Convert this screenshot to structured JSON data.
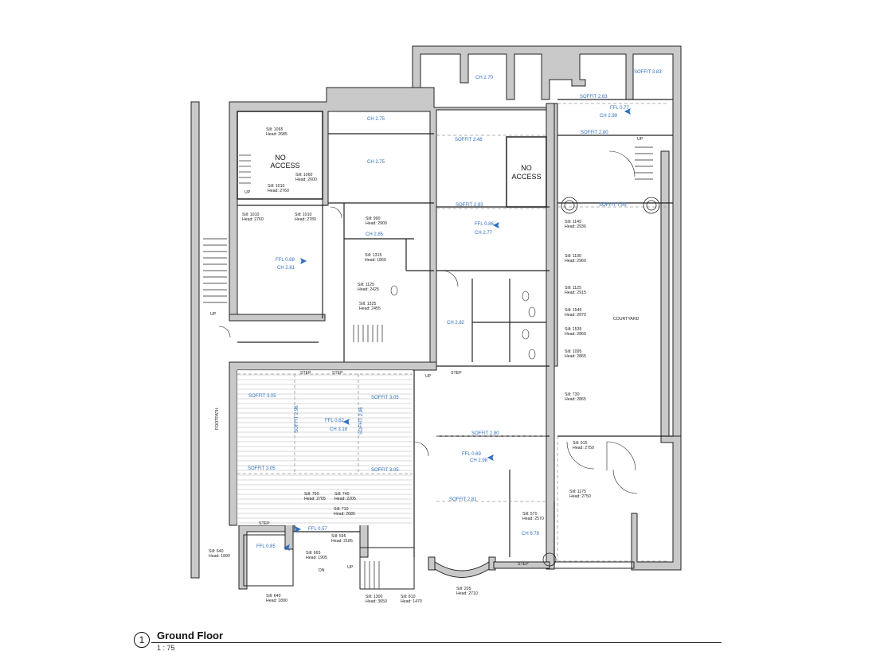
{
  "drawing": {
    "title_number": "1",
    "title": "Ground Floor",
    "scale": "1 : 75",
    "colors": {
      "wall": "#c9c9c9",
      "line": "#222222",
      "annotation": "#2f6fc0",
      "hatch": "#bdbdbd"
    }
  },
  "rooms": [
    {
      "id": "no-access-left",
      "label_line1": "NO",
      "label_line2": "ACCESS"
    },
    {
      "id": "no-access-right",
      "label_line1": "NO",
      "label_line2": "ACCESS"
    },
    {
      "id": "courtyard",
      "label": "COURTYARD"
    },
    {
      "id": "footpath",
      "label": "FOOTPATH"
    }
  ],
  "annotations": {
    "ceiling_heights": [
      "CH 2.70",
      "CH 2.75",
      "CH 2.75",
      "CH 2.85",
      "CH 2.82",
      "CH 6.78"
    ],
    "soffits": [
      "SOFFIT 3.83",
      "SOFFIT 2.83",
      "SOFFIT 2.80",
      "SOFFIT 2.48",
      "SOFFIT 2.83",
      "SOFFIT 7.95",
      "SOFFIT 3.05",
      "SOFFIT 3.05",
      "SOFFIT 2.96",
      "SOFFIT 2.96",
      "SOFFIT 3.05",
      "SOFFIT 3.05",
      "SOFFIT 2.80",
      "SOFFIT 2.81"
    ],
    "levels": [
      {
        "ffl": "FFL 0.77",
        "ch": "CH 2.99"
      },
      {
        "ffl": "FFL 0.86",
        "ch": "CH 2.77"
      },
      {
        "ffl": "FFL 0.88",
        "ch": "CH 2.81"
      },
      {
        "ffl": "FFL 0.62",
        "ch": "CH 3.18"
      },
      {
        "ffl": "FFL 0.69",
        "ch": "CH 2.98"
      },
      {
        "ffl": "FFL 0.57",
        "ch": ""
      },
      {
        "ffl": "FFL 0.85",
        "ch": ""
      }
    ],
    "labels": [
      "UP",
      "UP",
      "UP",
      "UP",
      "UP",
      "DN",
      "STEP",
      "STEP",
      "STEP",
      "STEP",
      "STEP"
    ]
  },
  "windows": [
    {
      "sill": "Sill: 1065",
      "head": "Head: 2685"
    },
    {
      "sill": "Sill: 1060",
      "head": "Head: 2600"
    },
    {
      "sill": "Sill: 1010",
      "head": "Head: 2760"
    },
    {
      "sill": "Sill: 1010",
      "head": "Head: 2760"
    },
    {
      "sill": "Sill: 1010",
      "head": "Head: 2780"
    },
    {
      "sill": "Sill: 990",
      "head": "Head: 2900"
    },
    {
      "sill": "Sill: 1315",
      "head": "Head: 1865"
    },
    {
      "sill": "Sill: 1125",
      "head": "Head: 2425"
    },
    {
      "sill": "Sill: 1325",
      "head": "Head: 2455"
    },
    {
      "sill": "Sill: 1145",
      "head": "Head: 2936"
    },
    {
      "sill": "Sill: 1190",
      "head": "Head: 2960"
    },
    {
      "sill": "Sill: 1125",
      "head": "Head: 2915"
    },
    {
      "sill": "Sill: 1545",
      "head": "Head: 2870"
    },
    {
      "sill": "Sill: 1535",
      "head": "Head: 2860"
    },
    {
      "sill": "Sill: 1095",
      "head": "Head: 2865"
    },
    {
      "sill": "Sill: 730",
      "head": "Head: 2865"
    },
    {
      "sill": "Sill: 915",
      "head": "Head: 2750"
    },
    {
      "sill": "Sill: 1175",
      "head": "Head: 2750"
    },
    {
      "sill": "Sill: 570",
      "head": "Head: 2570"
    },
    {
      "sill": "Sill: 750",
      "head": "Head: 2705"
    },
    {
      "sill": "Sill: 740",
      "head": "Head: 2205"
    },
    {
      "sill": "Sill: 710",
      "head": "Head: 2685"
    },
    {
      "sill": "Sill: 595",
      "head": "Head: 2185"
    },
    {
      "sill": "Sill: 665",
      "head": "Head: 1905"
    },
    {
      "sill": "Sill: 640",
      "head": "Head: 1890"
    },
    {
      "sill": "Sill: 640",
      "head": "Head: 1890"
    },
    {
      "sill": "Sill: 1300",
      "head": "Head: 3650"
    },
    {
      "sill": "Sill: 810",
      "head": "Head: 1470"
    },
    {
      "sill": "Sill: 205",
      "head": "Head: 2710"
    }
  ]
}
